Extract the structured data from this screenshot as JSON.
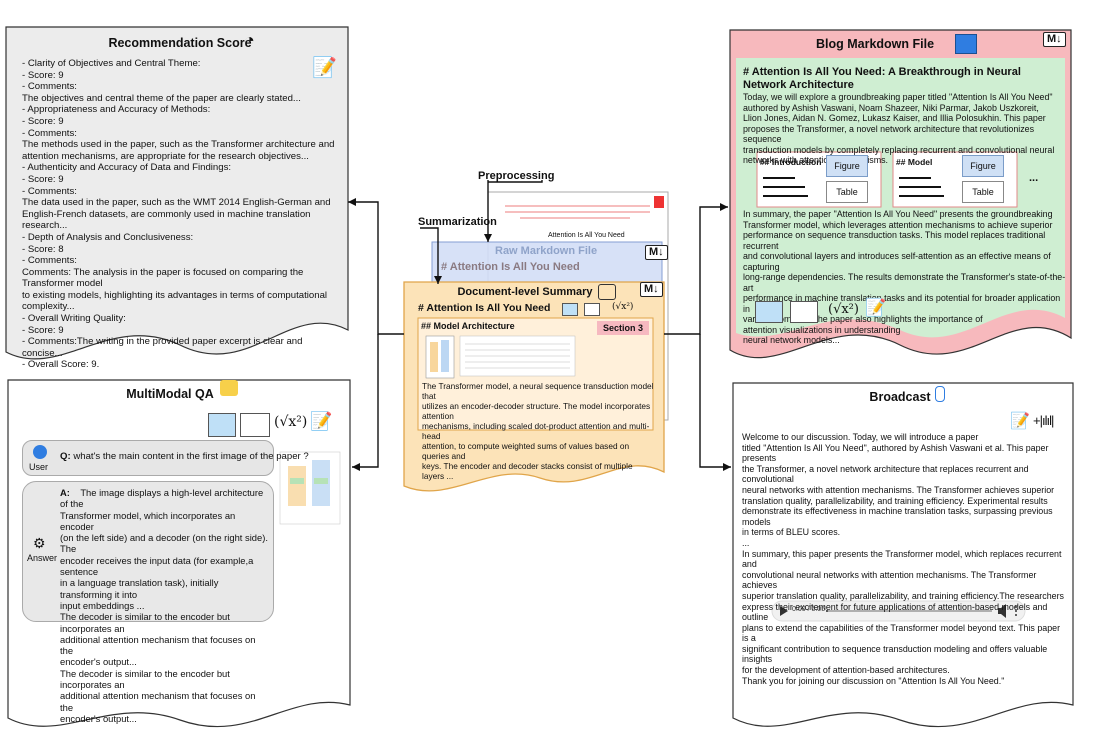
{
  "recommendation": {
    "title": "Recommendation Score",
    "body": "- Clarity of Objectives and Central Theme:\n    - Score: 9\n    - Comments:\nThe objectives and central theme of the paper are clearly stated...\n- Appropriateness and Accuracy of Methods:\n    - Score: 9\n    - Comments:\nThe methods used in the paper, such as the Transformer architecture and\nattention mechanisms, are appropriate for the research objectives...\n- Authenticity and Accuracy of Data and Findings:\n    - Score: 9\n    - Comments:\nThe data used in the paper, such as the WMT 2014 English-German and\nEnglish-French datasets, are commonly used in machine translation research...\n- Depth of Analysis and Conclusiveness:\n    - Score: 8\n    - Comments:\nComments: The analysis in the paper is focused on comparing the Transformer model\nto existing models, highlighting its advantages in terms of  computational complexity...\n- Overall Writing Quality:\n    - Score: 9\n    - Comments:The writing in the provided paper excerpt is clear and concise...\n- Overall Score: 9."
  },
  "qa": {
    "title": "MultiModal QA",
    "user_label": "User",
    "question_prefix": "Q:",
    "question": " what's the main content in the first image of the paper ?",
    "answer_label": "Answer",
    "answer_prefix": "A:",
    "answer": "The image displays a high-level architecture of the\nTransformer model, which incorporates an encoder\n(on the left side) and a decoder (on the right side). The\nencoder receives the input data (for example,a sentence\nin a language translation task), initially transforming it into\ninput embeddings ...\nThe decoder is similar to the encoder but incorporates an\nadditional attention mechanism that focuses on the\nencoder's output...\nThe decoder is similar to the encoder but incorporates an\nadditional attention mechanism that focuses on the\nencoder's output..."
  },
  "center": {
    "preprocessing_label": "Preprocessing",
    "summarization_label": "Summarization",
    "pdf_title": "Attention Is All You Need",
    "raw_markdown_title": "Raw Markdown File",
    "raw_heading": "# Attention Is All You Need",
    "md_badge": "M↓",
    "summary_title": "Document-level Summary",
    "summary_heading": "# Attention Is All You Need",
    "section_heading": "## Model Architecture",
    "section_badge": "Section 3",
    "summary_text": "The Transformer model, a neural sequence transduction model that\nutilizes an encoder-decoder structure. The model incorporates attention\nmechanisms, including scaled dot-product attention and multi-head\nattention, to compute weighted sums of values based on queries and\nkeys. The encoder and decoder stacks consist of multiple layers ...",
    "formula_glyph": "(√x²)"
  },
  "blog": {
    "title": "Blog Markdown File",
    "md_badge": "M↓",
    "heading": "# Attention Is All You Need: A Breakthrough in Neural\nNetwork Architecture",
    "intro": "Today, we will explore a groundbreaking paper titled \"Attention Is All You Need\"\nauthored by Ashish Vaswani, Noam Shazeer, Niki Parmar, Jakob Uszkoreit,\nLlion Jones, Aidan N. Gomez, Lukasz Kaiser, and Illia Polosukhin. This paper\nproposes the Transformer, a novel network architecture that revolutionizes sequence\ntransduction models by completely replacing recurrent and convolutional neural\nnetworks with attention mechanisms.",
    "card1_heading": "## Introduction",
    "card2_heading": "## Model",
    "figure_label": "Figure",
    "table_label": "Table",
    "ellipsis": "...",
    "summary": "In summary, the paper \"Attention Is All You Need\" presents the groundbreaking\nTransformer model, which leverages attention mechanisms to achieve superior\nperformance on sequence transduction tasks. This model replaces traditional recurrent\nand convolutional layers and introduces self-attention as an effective means of capturing\nlong-range dependencies. The results demonstrate the Transformer's state-of-the-art\nperformance in machine translation tasks and its potential for broader application in\nvarious domains. The paper also highlights the importance of\nattention visualizations in understanding\nneural network models...",
    "formula_glyph": "(√x²)"
  },
  "broadcast": {
    "title": "Broadcast",
    "text": "Welcome to our discussion. Today, we will introduce a paper\ntitled \"Attention Is All You Need\", authored by Ashish Vaswani et al. This paper presents\nthe Transformer, a novel network architecture that replaces recurrent and convolutional\nneural networks with attention mechanisms. The Transformer achieves superior\ntranslation quality, parallelizability, and training efficiency. Experimental results\ndemonstrate its effectiveness in machine translation tasks, surpassing previous models\nin terms of BLEU scores.\n...\nIn summary, this paper presents the Transformer model, which replaces recurrent and\nconvolutional neural networks with attention mechanisms. The Transformer achieves\nsuperior translation quality, parallelizability, and training efficiency.The researchers\nexpress their excitement for future applications of attention-based models and outline\nplans to extend the capabilities of the Transformer model beyond text. This paper is a\nsignificant contribution to sequence transduction modeling and offers valuable insights\nfor the development of attention-based architectures.\nThank you for joining our discussion on \"Attention Is All You Need.\"",
    "audio_time": "0:00 / 5:05"
  },
  "colors": {
    "gray_panel": "#ececec",
    "white_panel": "#ffffff",
    "summary_orange": "#fce3b8",
    "summary_border": "#e0a54a",
    "raw_blue": "#d3def7",
    "blog_red": "#f7b9bd",
    "blog_green": "#cfeed2",
    "section_pink": "#f6b9c0"
  }
}
